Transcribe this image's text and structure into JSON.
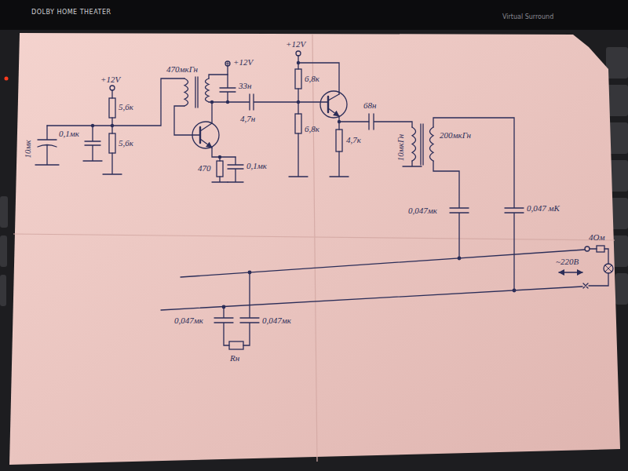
{
  "diagram": {
    "labels": [
      "DOLBY HOME THEATER",
      "Virtual Surround",
      "+12V",
      "5,6к",
      "5,6к",
      "10мк",
      "0,1мк",
      "470мкГн",
      "+12V",
      "33н",
      "4,7н",
      "470",
      "0,1мк",
      "+12V",
      "6,8к",
      "6,8к",
      "4,7к",
      "68н",
      "10мкГн",
      "200мкГн",
      "0,047мк",
      "0,047 мК",
      "4Ом",
      "~220В",
      "0,047мк",
      "0,047мк",
      "Rн"
    ]
  }
}
